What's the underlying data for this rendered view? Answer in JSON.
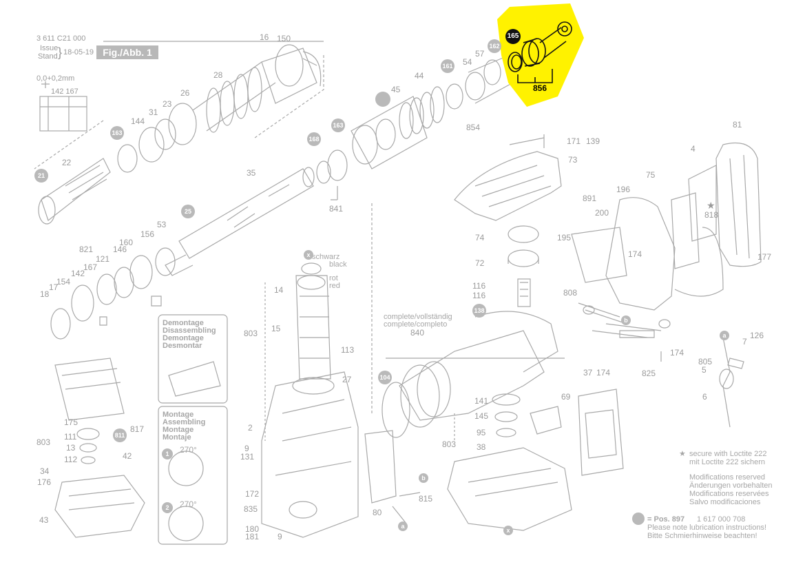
{
  "header": {
    "part_number": "3 611 C21 000",
    "issue_label": "Issue",
    "stand_label": "Stand",
    "date": "18-05-19",
    "figure": "Fig./Abb. 1",
    "tolerance": "0,0+0,2mm",
    "tolerance_parts": "142 167"
  },
  "highlight": {
    "color": "#fff200",
    "callout": "165",
    "part": "856"
  },
  "labels": {
    "l150": "150",
    "l16": "16",
    "l28": "28",
    "l26": "26",
    "l23": "23",
    "l31": "31",
    "l144": "144",
    "l22": "22",
    "l21": "21",
    "l163a": "163",
    "l35": "35",
    "l25": "25",
    "l53": "53",
    "l156": "156",
    "l160": "160",
    "l146": "146",
    "l121": "121",
    "l821": "821",
    "l167": "167",
    "l142": "142",
    "l154": "154",
    "l17": "17",
    "l18": "18",
    "l162": "162",
    "l57": "57",
    "l161": "161",
    "l54": "54",
    "l44": "44",
    "l45": "45",
    "l854": "854",
    "l168": "168",
    "l163b": "163",
    "l841": "841",
    "l171": "171",
    "l139": "139",
    "l73": "73",
    "l81": "81",
    "l4": "4",
    "l75": "75",
    "l196": "196",
    "l891": "891",
    "l200": "200",
    "l818": "818",
    "l177": "177",
    "l195": "195",
    "l174a": "174",
    "l808": "808",
    "l74": "74",
    "l72": "72",
    "l116a": "116",
    "l116b": "116",
    "l138": "138",
    "l174b": "174",
    "l825": "825",
    "l126": "126",
    "l7": "7",
    "l805": "805",
    "l5": "5",
    "l6": "6",
    "l37": "37",
    "l174c": "174",
    "l14": "14",
    "l803a": "803",
    "l15": "15",
    "l113": "113",
    "l27": "27",
    "l2": "2",
    "l9a": "9",
    "l131": "131",
    "l172": "172",
    "l835": "835",
    "l180": "180",
    "l181": "181",
    "l9b": "9",
    "l80": "80",
    "l815": "815",
    "l104": "104",
    "l840": "840",
    "l141": "141",
    "l145": "145",
    "l95": "95",
    "l803b": "803",
    "l69": "69",
    "l38": "38",
    "l175": "175",
    "l111": "111",
    "l13": "13",
    "l112": "112",
    "l803c": "803",
    "l817": "817",
    "l42": "42",
    "l811": "811",
    "l34": "34",
    "l176": "176",
    "l43": "43"
  },
  "wire_labels": {
    "schwarz": "schwarz",
    "black": "black",
    "rot": "rot",
    "red": "red"
  },
  "complete_label": [
    "complete/vollständig",
    "complete/completo"
  ],
  "demontage": [
    "Demontage",
    "Disassembling",
    "Demontage",
    "Desmontar"
  ],
  "montage": [
    "Montage",
    "Assembling",
    "Montage",
    "Montaje"
  ],
  "angle1": "270°",
  "angle2": "270°",
  "step1": "1",
  "step2": "2",
  "letters": {
    "x1": "x",
    "x2": "x",
    "a1": "a",
    "a2": "a",
    "b1": "b",
    "b2": "b"
  },
  "notes": {
    "loctite_en": "secure with Loctite 222",
    "loctite_de": "mit Loctite 222 sichern",
    "mods": [
      "Modifications reserved",
      "Änderungen vorbehalten",
      "Modifications reservées",
      "Salvo modificaciones"
    ],
    "pos_label": "= Pos. 897",
    "pos_number": "1 617 000 708",
    "lube": [
      "Please note lubrication instructions!",
      "Bitte Schmierhinweise beachten!"
    ]
  }
}
